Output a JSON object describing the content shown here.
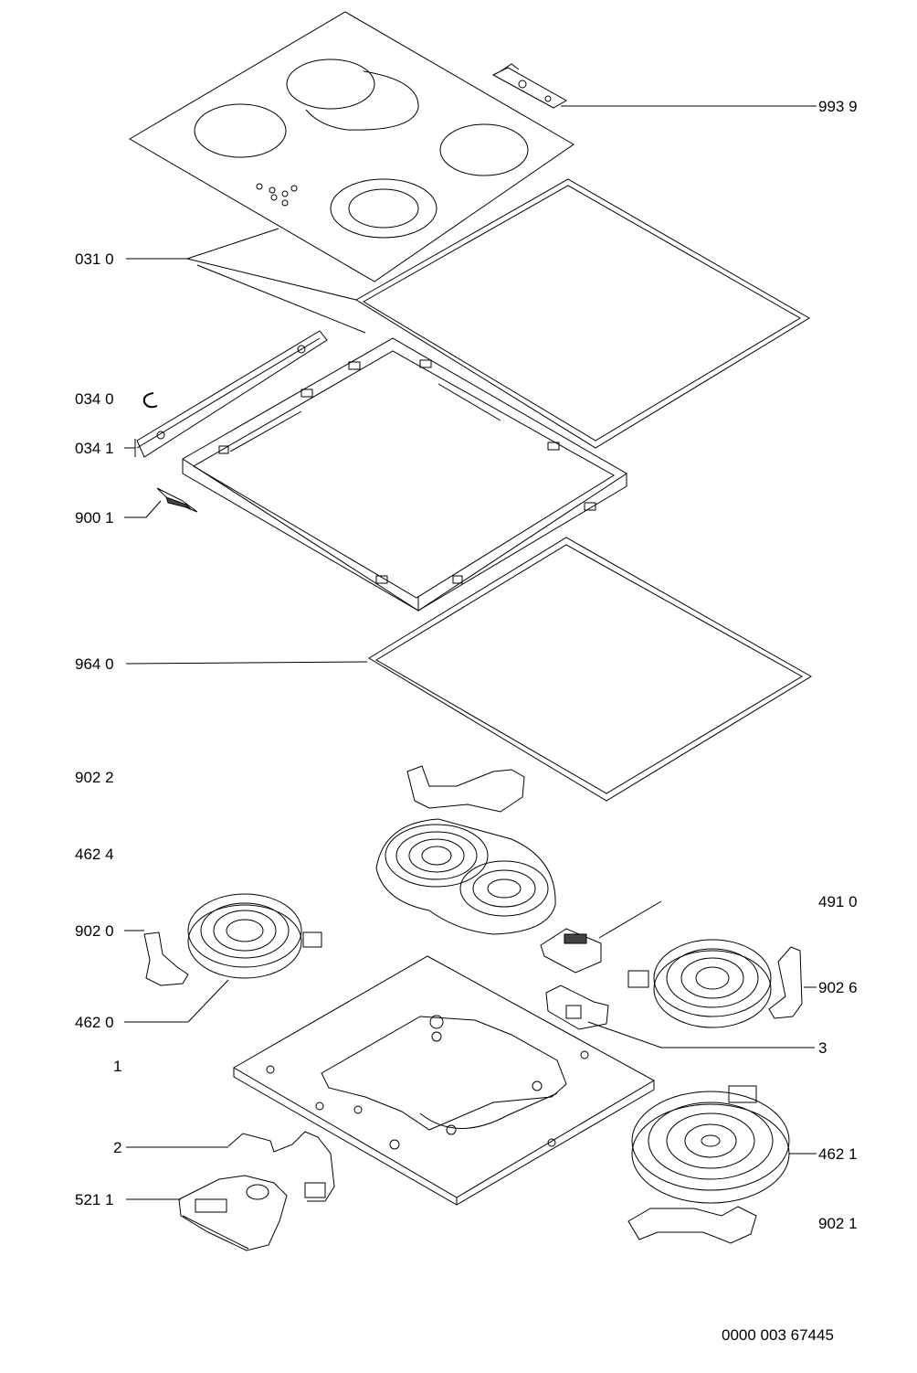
{
  "labels": {
    "p9939": "993 9",
    "p0310": "031 0",
    "p0340": "034 0",
    "p0341": "034 1",
    "p9001": "900 1",
    "p9640": "964 0",
    "p9022": "902 2",
    "p4624": "462 4",
    "p4910": "491 0",
    "p9020": "902 0",
    "p9026": "902 6",
    "p4620": "462 0",
    "p3": "3",
    "p1": "1",
    "p2": "2",
    "p4621": "462 1",
    "p5211": "521 1",
    "p9021": "902 1"
  },
  "footer": {
    "doc_number": "0000 003 67445"
  }
}
